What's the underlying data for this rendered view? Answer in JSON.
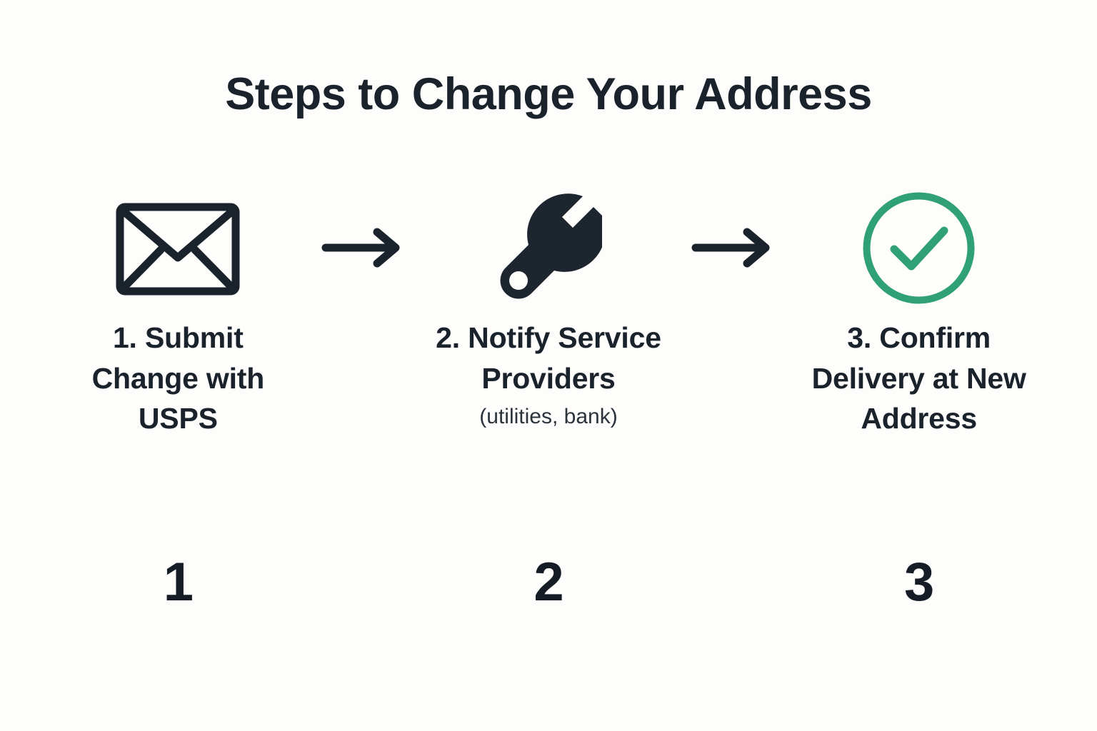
{
  "page": {
    "title": "Steps to Change Your Address",
    "background_color": "#FDFDFB",
    "text_color": "#1A222B",
    "accent_color": "#2FA077"
  },
  "steps": [
    {
      "icon": "envelope-icon",
      "label": "1. Submit Change with USPS",
      "sub": "",
      "number": "1"
    },
    {
      "icon": "wrench-icon",
      "label": "2. Notify Service Providers",
      "sub": "(utilities, bank)",
      "number": "2"
    },
    {
      "icon": "check-circle-icon",
      "label": "3. Confirm Delivery at New Address",
      "sub": "",
      "number": "3"
    }
  ],
  "connectors": [
    {
      "icon": "arrow-right-icon"
    },
    {
      "icon": "arrow-right-icon"
    }
  ]
}
